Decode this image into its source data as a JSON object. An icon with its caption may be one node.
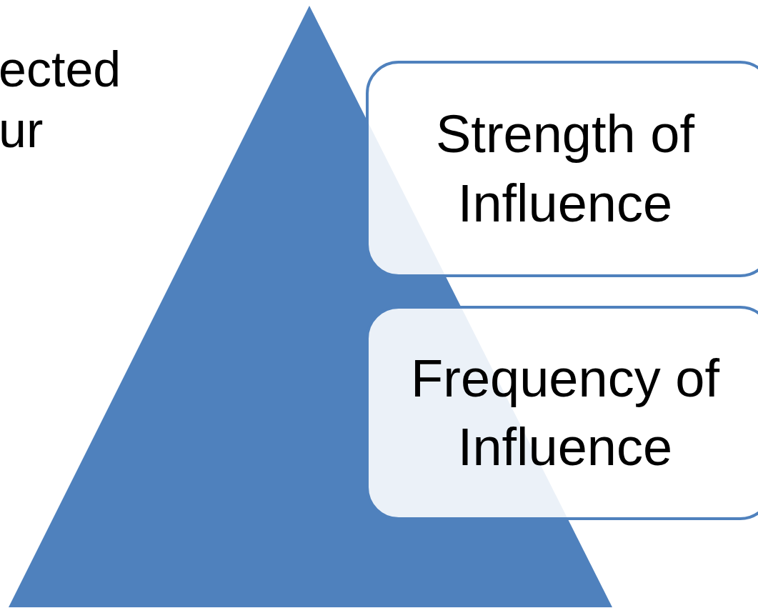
{
  "diagram": {
    "nodes": [
      {
        "text": [
          "Strength of Influence"
        ]
      },
      {
        "text": [
          "Frequency of Influence"
        ]
      }
    ],
    "edges": [],
    "labels": [
      "ected",
      "ur"
    ]
  }
}
